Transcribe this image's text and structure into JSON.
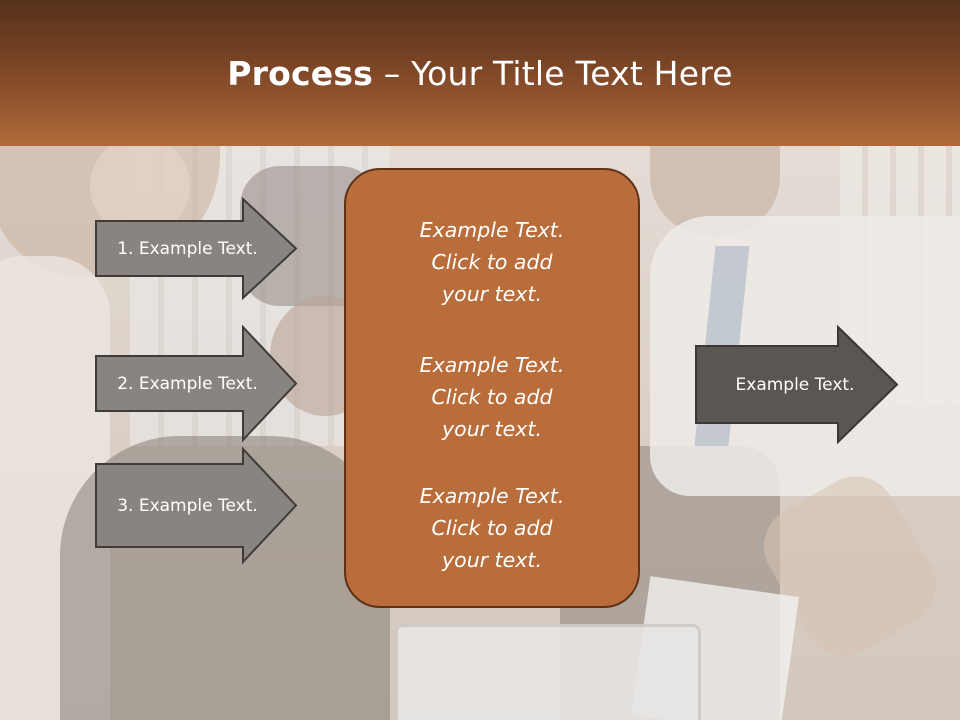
{
  "slide": {
    "title_bold": "Process",
    "title_rest": " – Your Title Text Here"
  },
  "left_arrows": [
    {
      "label": "1. Example Text."
    },
    {
      "label": "2. Example Text."
    },
    {
      "label": "3. Example Text."
    }
  ],
  "center_box": {
    "items": [
      {
        "lines": [
          "Example Text.",
          "Click  to add",
          "your text."
        ]
      },
      {
        "lines": [
          "Example Text.",
          "Click  to add",
          "your text."
        ]
      },
      {
        "lines": [
          "Example Text.",
          "Click  to add",
          "your text."
        ]
      }
    ]
  },
  "right_arrow": {
    "label": "Example Text."
  },
  "colors": {
    "header_dark": "#56311a",
    "header_light": "#b06a3a",
    "center_fill": "#b86d3b",
    "center_border": "#5e3317",
    "arrow_fill": "#8a8480",
    "arrow_fill_dark": "#595653",
    "arrow_border": "#3f3b38"
  }
}
